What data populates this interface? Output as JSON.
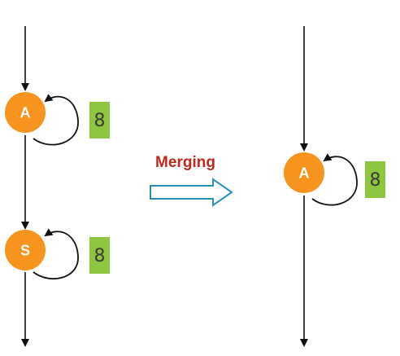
{
  "colors": {
    "node_fill": "#f7941d",
    "count_box_fill": "#8dc63f",
    "merge_text": "#c0281f",
    "merge_arrow_stroke": "#2a8fb8",
    "edge": "#111111"
  },
  "left": {
    "node_a": {
      "label": "A",
      "count": "8"
    },
    "node_s": {
      "label": "S",
      "count": "8"
    }
  },
  "merge": {
    "label": "Merging",
    "arrow_icon": "hollow-right-arrow-icon"
  },
  "right": {
    "node_a": {
      "label": "A",
      "count": "8"
    }
  }
}
